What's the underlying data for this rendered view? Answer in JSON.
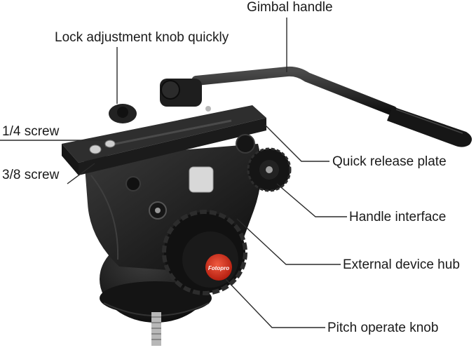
{
  "labels": {
    "gimbal_handle": "Gimbal handle",
    "lock_knob": "Lock adjustment knob quickly",
    "screw_quarter": "1/4 screw",
    "screw_three_eighths": "3/8 screw",
    "quick_release_plate": "Quick release plate",
    "handle_interface": "Handle interface",
    "external_device_hub": "External device hub",
    "pitch_knob": "Pitch operate knob"
  },
  "knob_brand": "Fotopro",
  "colors": {
    "body": "#1c1c1c",
    "plate": "#262626",
    "accent_red": "#d9301e",
    "leader": "#2a2a2a",
    "metal": "#b8b8b8"
  }
}
